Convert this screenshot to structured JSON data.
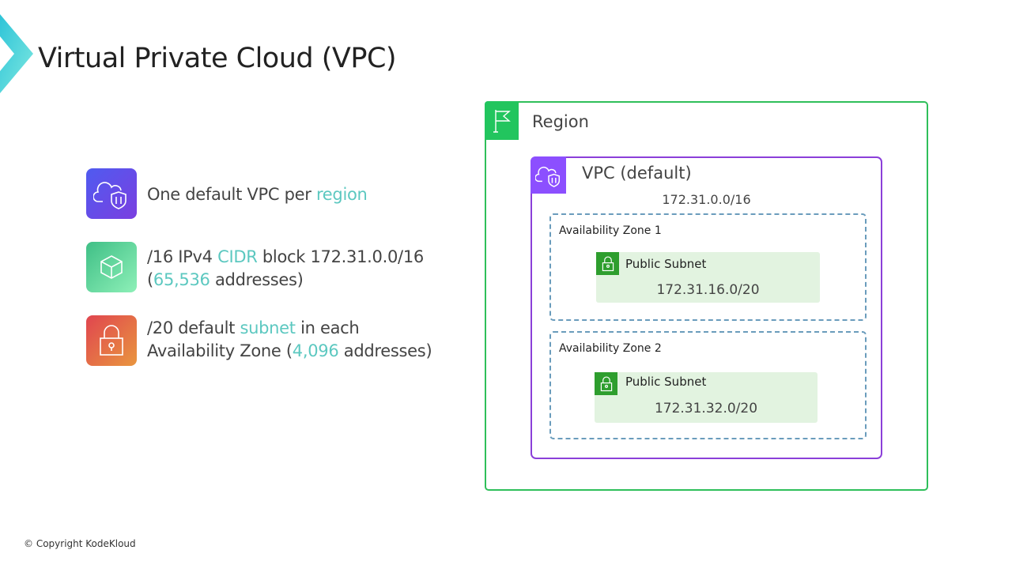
{
  "title": "Virtual Private Cloud (VPC)",
  "features": [
    {
      "icon": "vpc-cloud-shield-icon",
      "color_from": "#4f5bf0",
      "color_to": "#7b3fe0",
      "parts": [
        {
          "t": "One default VPC per "
        },
        {
          "t": "region",
          "accent": true
        }
      ]
    },
    {
      "icon": "cube-icon",
      "color_from": "#3fbf86",
      "color_to": "#8ef0b8",
      "line1": [
        {
          "t": "/16 IPv4 "
        },
        {
          "t": "CIDR",
          "accent": true
        },
        {
          "t": " block 172.31.0.0/16"
        }
      ],
      "line2": [
        {
          "t": "("
        },
        {
          "t": "65,536",
          "accent": true
        },
        {
          "t": " addresses)"
        }
      ]
    },
    {
      "icon": "lock-icon",
      "color_from": "#e0454f",
      "color_to": "#e9963f",
      "line1": [
        {
          "t": "/20 default "
        },
        {
          "t": "subnet",
          "accent": true
        },
        {
          "t": " in each"
        }
      ],
      "line2": [
        {
          "t": "Availability Zone ("
        },
        {
          "t": "4,096",
          "accent": true
        },
        {
          "t": " addresses)"
        }
      ]
    }
  ],
  "diagram": {
    "region_label": "Region",
    "vpc_label": "VPC (default)",
    "vpc_cidr": "172.31.0.0/16",
    "zones": [
      {
        "label": "Availability Zone 1",
        "subnet_label": "Public Subnet",
        "subnet_cidr": "172.31.16.0/20"
      },
      {
        "label": "Availability Zone 2",
        "subnet_label": "Public Subnet",
        "subnet_cidr": "172.31.32.0/20"
      }
    ]
  },
  "footer": "© Copyright KodeKloud",
  "colors": {
    "accent": "#5cc8c0",
    "region": "#2fbf5a",
    "vpc": "#8b3fd9",
    "subnet_bg": "#e2f3e0"
  }
}
